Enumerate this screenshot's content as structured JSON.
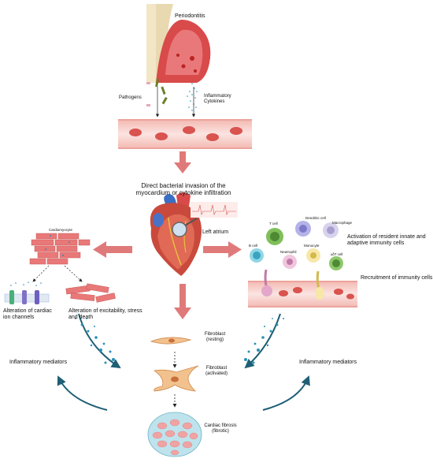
{
  "labels": {
    "periodontitis": "Periodontitis",
    "pathogens": "Pathogens",
    "inflammatory_cytokines": "Inflammatory Cytokines",
    "direct_invasion": "Direct bacterial invasion of the myocardium or cytokine infiltration",
    "left_atrium": "Left atrium",
    "cardiomyocyte": "Cardiomyocyte",
    "ion_channels": "Alteration of cardiac ion channels",
    "excitability": "Alteration of excitability, stress and death",
    "fibroblast_resting": "Fibroblast (resting)",
    "fibroblast_activated": "Fibroblast (activated)",
    "cardiac_fibrosis": "Cardiac fibrosis (fibrotic)",
    "activation_immunity": "Activation of resident innate and adaptive immunity cells",
    "recruitment": "Recruitment of immunity cells",
    "mediators_left": "Inflammatory mediators",
    "mediators_right": "Inflammatory mediators"
  },
  "cells": {
    "t_cell": "T cell",
    "dendritic_cell": "Dendritic cell",
    "macrophage": "Macrophage",
    "b_cell": "B cell",
    "monocyte": "Monocyte",
    "neutrophil": "Neutrophil",
    "gd_t_cell": "γδT cell"
  },
  "colors": {
    "arrow": "#e07a7a",
    "vessel": "#f6d2cf",
    "rbc": "#d9534f",
    "teal": "#1f5f75",
    "dot": "#2a8fb8"
  }
}
